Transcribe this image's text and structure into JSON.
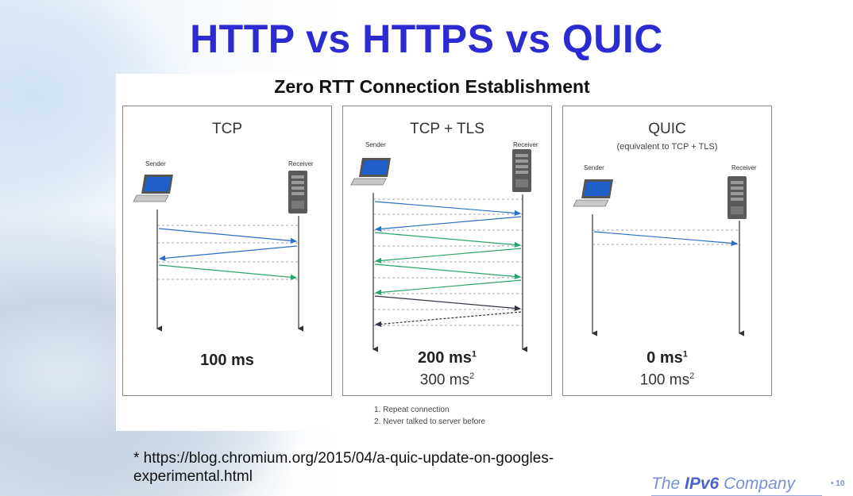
{
  "title": "HTTP vs HTTPS vs QUIC",
  "subtitle": "Zero RTT Connection Establishment",
  "panels": [
    {
      "title": "TCP",
      "note": "",
      "sender_label": "Sender",
      "receiver_label": "Receiver",
      "time_main": "100 ms",
      "time_main_sup": "",
      "time_secondary": "",
      "time_secondary_sup": ""
    },
    {
      "title": "TCP + TLS",
      "note": "",
      "sender_label": "Sender",
      "receiver_label": "Receiver",
      "time_main": "200 ms",
      "time_main_sup": "1",
      "time_secondary": "300 ms",
      "time_secondary_sup": "2"
    },
    {
      "title": "QUIC",
      "note": "(equivalent to TCP + TLS)",
      "sender_label": "Sender",
      "receiver_label": "Receiver",
      "time_main": "0 ms",
      "time_main_sup": "1",
      "time_secondary": "100 ms",
      "time_secondary_sup": "2"
    }
  ],
  "footnotes": [
    "1. Repeat connection",
    "2. Never talked to server before"
  ],
  "source_line1": "* https://blog.chromium.org/2015/04/a-quic-update-on-googles-",
  "source_line2": "experimental.html",
  "brand": {
    "prefix": "The ",
    "main": "IPv6",
    "suffix": " Company"
  },
  "page_number": "10",
  "colors": {
    "title": "#2b2bd1",
    "arrow_blue": "#2a6fc9",
    "arrow_green": "#2aa66a",
    "arrow_dark": "#333344",
    "dash": "#888888"
  },
  "icons": {
    "sender": "laptop-icon",
    "receiver": "server-tower-icon"
  }
}
